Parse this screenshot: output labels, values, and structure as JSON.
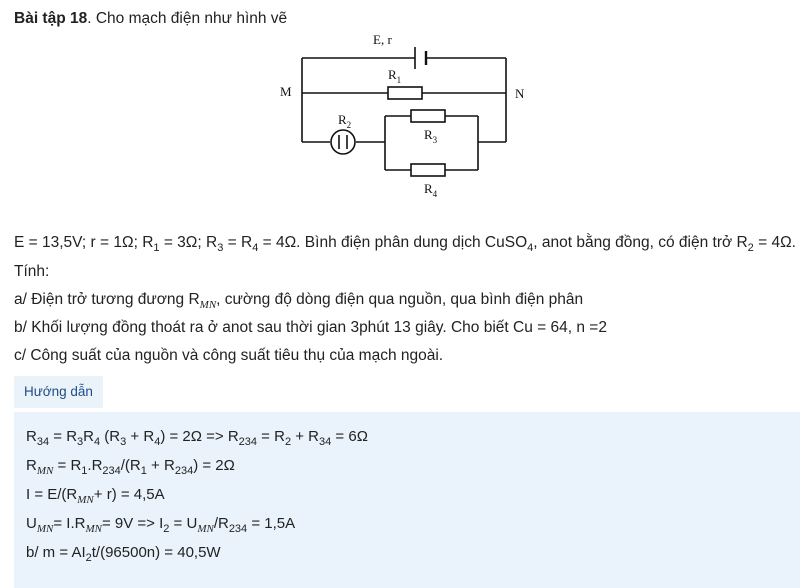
{
  "title": {
    "bold": "Bài tập 18",
    "rest": ". Cho mạch điện như hình vẽ"
  },
  "figure": {
    "label_E": "E, r",
    "label_M": "M",
    "label_N": "N",
    "label_R1": "R",
    "label_R1_sub": "1",
    "label_R2": "R",
    "label_R2_sub": "2",
    "label_R3": "R",
    "label_R3_sub": "3",
    "label_R4": "R",
    "label_R4_sub": "4"
  },
  "given": {
    "p1": "E = 13,5V; r = 1Ω; R",
    "s1": "1",
    "p2": " = 3Ω; R",
    "s2": "3",
    "p3": " = R",
    "s3": "4",
    "p4": " = 4Ω. Bình điện phân dung dịch CuSO",
    "s4": "4",
    "p5": ", anot bằng đồng, có điện trở R",
    "s5": "2",
    "p6": " = 4Ω."
  },
  "tinh": "Tính:",
  "qa": {
    "p1": "a/ Điện trở tương đương R",
    "sub": "MN",
    "p2": ", cường độ dòng điện qua nguồn, qua bình điện phân"
  },
  "qb": "b/ Khối lượng đồng thoát ra ở anot sau thời gian 3phút 13 giây. Cho biết Cu = 64, n =2",
  "qc": "c/ Công suất của nguồn và công suất tiêu thụ của mạch ngoài.",
  "guide_button": "Hướng dẫn",
  "solution": {
    "l1": {
      "a": "R",
      "a_s": "34",
      "b": " = R",
      "b_s": "3",
      "c": "R",
      "c_s": "4",
      "d": " (R",
      "d_s": "3",
      "e": " + R",
      "e_s": "4",
      "f": ") = 2Ω => R",
      "f_s": "234",
      "g": " = R",
      "g_s": "2",
      "h": " + R",
      "h_s": "34",
      "i": " = 6Ω"
    },
    "l2": {
      "a": "R",
      "a_s": "MN",
      "b": " = R",
      "b_s": "1",
      "c": ".R",
      "c_s": "234",
      "d": "/(R",
      "d_s": "1",
      "e": " + R",
      "e_s": "234",
      "f": ") = 2Ω"
    },
    "l3": {
      "a": "I = E/(R",
      "a_s": "MN",
      "b": "+ r) = 4,5A"
    },
    "l4": {
      "a": "U",
      "a_s": "MN",
      "b": "= I.R",
      "b_s": "MN",
      "c": "= 9V => I",
      "c_s": "2",
      "d": " = U",
      "d_s": "MN",
      "e": "/R",
      "e_s": "234",
      "f": " = 1,5A"
    },
    "l5": {
      "a": "b/ m = AI",
      "a_s": "2",
      "b": "t/(96500n) = 40,5W"
    }
  }
}
